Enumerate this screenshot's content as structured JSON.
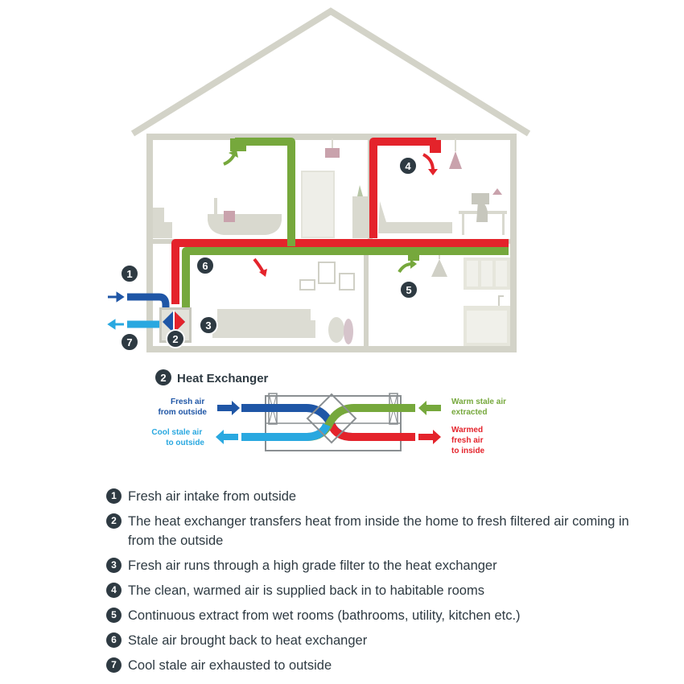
{
  "colors": {
    "fresh": "#1f56a6",
    "cool_stale": "#29a8e0",
    "warm_stale": "#76a83c",
    "warmed": "#e4232b",
    "house_outline": "#d3d3c8",
    "badge": "#2e3a42"
  },
  "markers": [
    "1",
    "2",
    "3",
    "4",
    "5",
    "6",
    "7"
  ],
  "exchanger": {
    "number": "2",
    "title": "Heat Exchanger",
    "fresh_in": [
      "Fresh air",
      "from outside"
    ],
    "cool_out": [
      "Cool stale air",
      "to outside"
    ],
    "warm_in": [
      "Warm stale air",
      "extracted"
    ],
    "warmed_out": [
      "Warmed",
      "fresh air",
      "to inside"
    ]
  },
  "legend": [
    {
      "num": "1",
      "text": "Fresh air intake from outside"
    },
    {
      "num": "2",
      "text": "The heat exchanger transfers heat from inside the home to fresh filtered air coming in from the outside"
    },
    {
      "num": "3",
      "text": "Fresh air runs through a high grade filter to the heat exchanger"
    },
    {
      "num": "4",
      "text": "The clean, warmed air is supplied back in to habitable rooms"
    },
    {
      "num": "5",
      "text": "Continuous extract from wet rooms (bathrooms, utility, kitchen etc.)"
    },
    {
      "num": "6",
      "text": "Stale air brought back to heat exchanger"
    },
    {
      "num": "7",
      "text": "Cool stale air exhausted to outside"
    }
  ]
}
